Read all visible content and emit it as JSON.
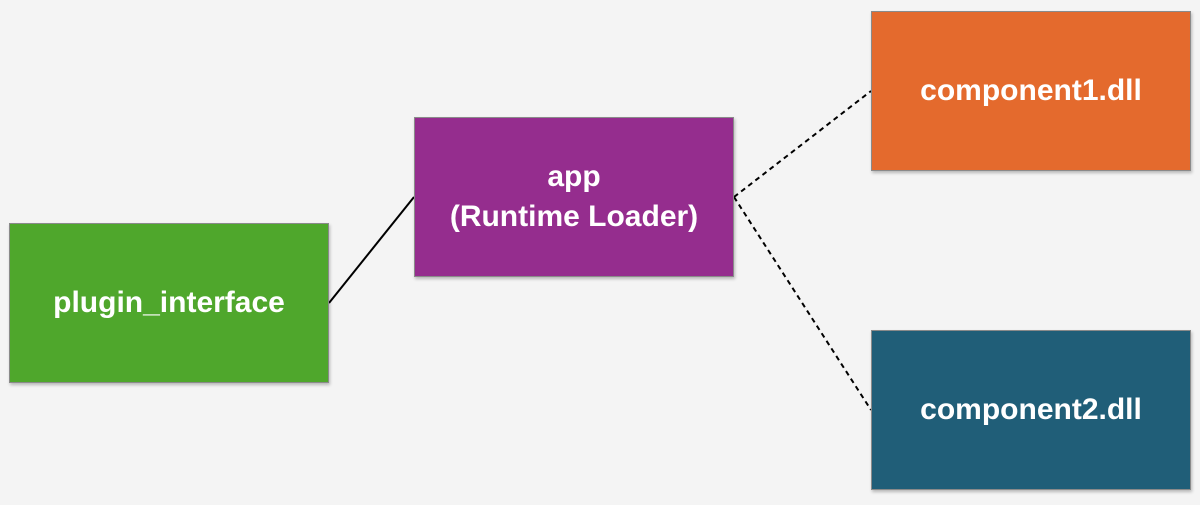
{
  "nodes": {
    "plugin_interface": {
      "label": "plugin_interface",
      "color": "#4fa72c"
    },
    "app": {
      "line1": "app",
      "line2": "(Runtime Loader)",
      "color": "#952d8e"
    },
    "component1": {
      "label": "component1.dll",
      "color": "#e46a2d"
    },
    "component2": {
      "label": "component2.dll",
      "color": "#205e78"
    }
  },
  "edges": [
    {
      "from": "plugin_interface",
      "to": "app",
      "style": "solid"
    },
    {
      "from": "app",
      "to": "component1",
      "style": "dashed"
    },
    {
      "from": "app",
      "to": "component2",
      "style": "dashed"
    }
  ]
}
